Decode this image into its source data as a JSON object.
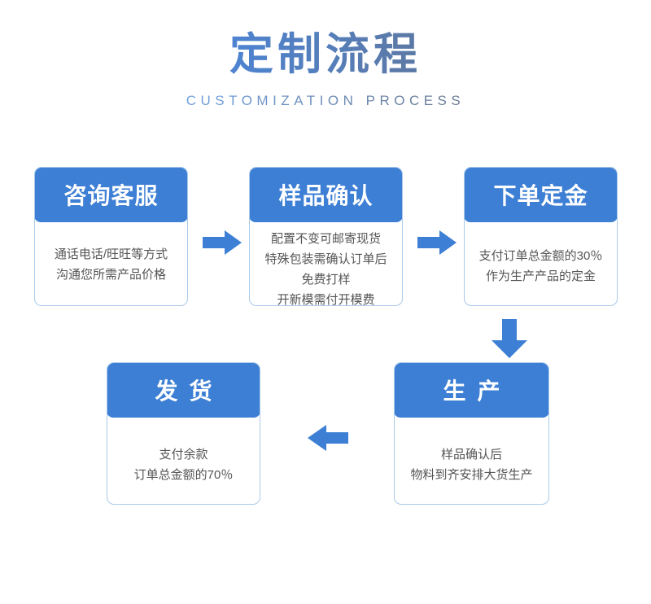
{
  "title": {
    "main": "定制流程",
    "sub": "CUSTOMIZATION PROCESS"
  },
  "colors": {
    "header_blue": "#3d7fd4",
    "card_border": "#a9c9ea",
    "arrow_blue": "#3d7fd4",
    "body_text": "#555555",
    "title_gradient_start": "#4d93ea",
    "title_gradient_end": "#4b5564"
  },
  "steps": [
    {
      "id": "consult",
      "header": "咨询客服",
      "body": "通话电话/旺旺等方式\n沟通您所需产品价格"
    },
    {
      "id": "sample",
      "header": "样品确认",
      "body": "配置不变可邮寄现货\n特殊包装需确认订单后\n免费打样\n开新模需付开模费"
    },
    {
      "id": "deposit",
      "header": "下单定金",
      "body": "支付订单总金额的30％\n作为生产产品的定金"
    },
    {
      "id": "shipping",
      "header": "发货",
      "body": "支付余款\n订单总金额的70％"
    },
    {
      "id": "production",
      "header": "生产",
      "body": "样品确认后\n物料到齐安排大货生产"
    }
  ],
  "arrows": [
    {
      "id": "consult-to-sample",
      "direction": "right"
    },
    {
      "id": "sample-to-deposit",
      "direction": "right"
    },
    {
      "id": "deposit-to-production",
      "direction": "down"
    },
    {
      "id": "production-to-shipping",
      "direction": "left"
    }
  ]
}
